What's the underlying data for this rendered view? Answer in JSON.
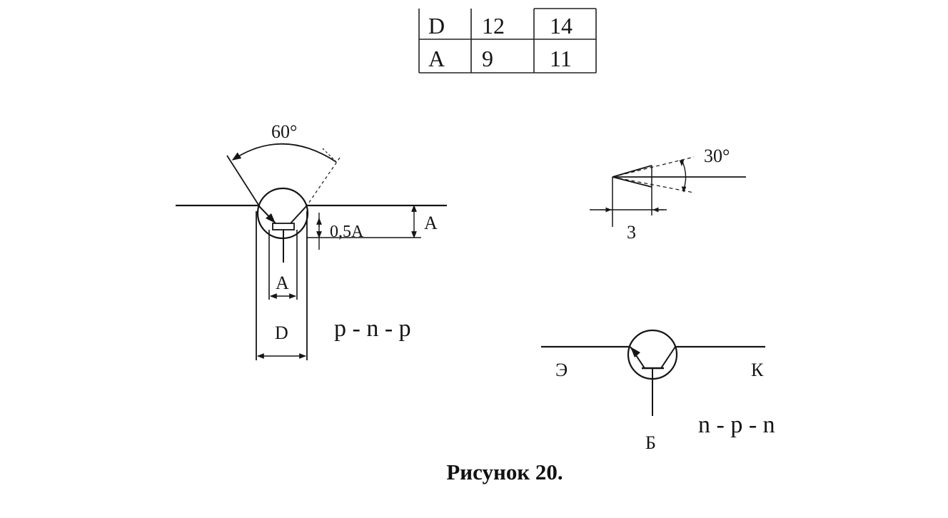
{
  "table": {
    "rows": [
      {
        "label": "D",
        "v1": "12",
        "v2": "14"
      },
      {
        "label": "A",
        "v1": "9",
        "v2": "11"
      }
    ]
  },
  "left_symbol": {
    "angle_label": "60°",
    "dim_half_a": "0,5A",
    "dim_a_right": "A",
    "dim_a_bottom": "A",
    "dim_d": "D",
    "type_label": "p - n - p"
  },
  "arrow_detail": {
    "angle_label": "30°",
    "length_label": "3"
  },
  "right_symbol": {
    "emitter_label": "Э",
    "collector_label": "К",
    "base_label": "Б",
    "type_label": "n - p - n"
  },
  "caption": "Рисунок 20.",
  "colors": {
    "ink": "#151515",
    "background": "#ffffff"
  }
}
